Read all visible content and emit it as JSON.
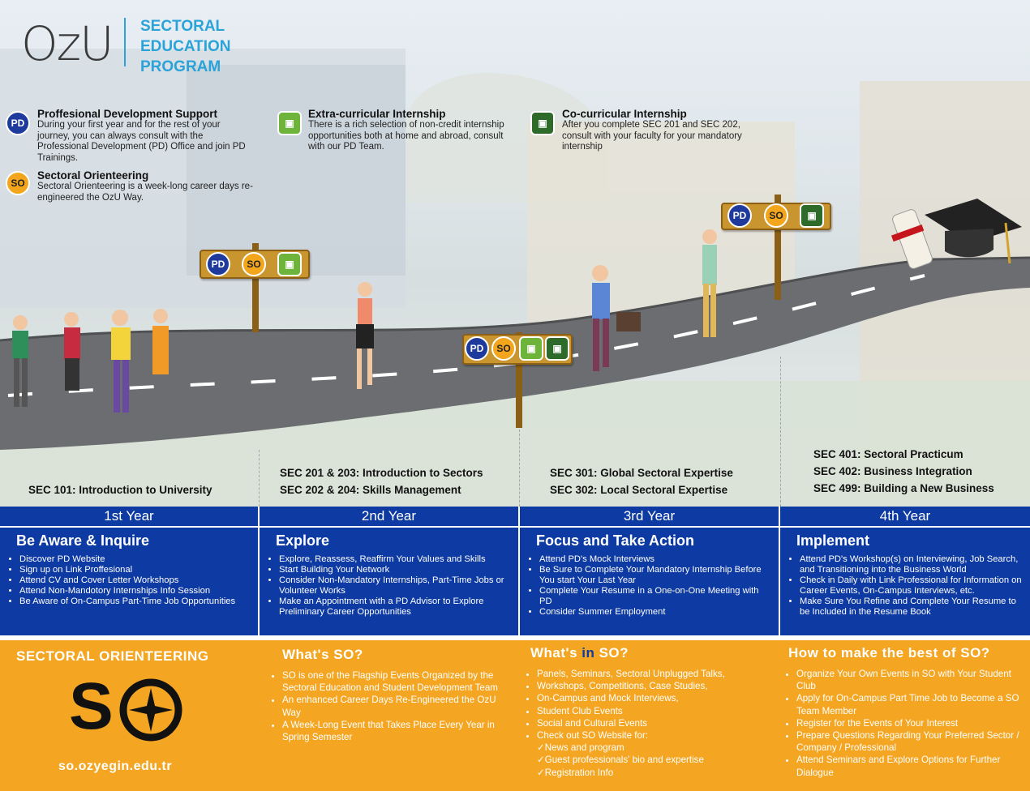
{
  "header": {
    "logo_text": "OzU",
    "program_lines": [
      "SECTORAL",
      "EDUCATION",
      "PROGRAM"
    ]
  },
  "info": {
    "pd": {
      "badge": "PD",
      "title": "Proffesional Development Support",
      "text": "During your first year and for the rest of your journey, you can always consult with the Professional Development (PD) Office and join PD Trainings."
    },
    "so": {
      "badge": "SO",
      "title": "Sectoral Orienteering",
      "text": "Sectoral Orienteering is a week-long career days re-engineered the OzU Way."
    },
    "extra": {
      "title": "Extra-curricular Internship",
      "text": "There is a rich selection of non-credit internship opportunities both at home and abroad, consult with our PD Team."
    },
    "co": {
      "title": "Co-curricular Internship",
      "text": "After you complete SEC 201 and  SEC 202, consult with your faculty for your mandatory internship"
    }
  },
  "signs": {
    "pd": "PD",
    "so": "SO"
  },
  "courses": {
    "year1": [
      "SEC 101: Introduction to University"
    ],
    "year2": [
      "SEC 201 & 203: Introduction to Sectors",
      "SEC 202 & 204: Skills Management"
    ],
    "year3": [
      "SEC 301: Global Sectoral Expertise",
      "SEC 302: Local Sectoral Expertise"
    ],
    "year4": [
      "SEC 401: Sectoral Practicum",
      "SEC 402: Business Integration",
      "SEC 499: Building a New Business"
    ]
  },
  "years": [
    {
      "label": "1st Year",
      "heading": "Be Aware & Inquire",
      "items": [
        "Discover PD Website",
        "Sign up on Link Proffesional",
        "Attend CV and Cover Letter Workshops",
        "Attend Non-Mandotory Internships Info Session",
        "Be Aware of On-Campus Part-Time Job Opportunities"
      ]
    },
    {
      "label": "2nd Year",
      "heading": "Explore",
      "items": [
        "Explore, Reassess, Reaffirm Your Values and Skills",
        "Start Building Your Network",
        "Consider Non-Mandatory Internships, Part-Time Jobs or Volunteer Works",
        "Make an Appointment with a PD Advisor to Explore Preliminary Career Opportunities"
      ]
    },
    {
      "label": "3rd Year",
      "heading": "Focus and Take Action",
      "items": [
        "Attend PD's Mock Interviews",
        "Be Sure to Complete Your Mandatory Internship Before You start Your Last Year",
        "Complete Your Resume in a One-on-One Meeting with PD",
        "Consider Summer Employment"
      ]
    },
    {
      "label": "4th Year",
      "heading": "Implement",
      "items": [
        "Attend PD's Workshop(s) on Interviewing, Job Search, and Transitioning into the Business World",
        "Check in Daily with Link Professional for Information on Career Events, On-Campus Interviews, etc.",
        "Make Sure You Refine and Complete Your Resume to be Included in the Resume Book"
      ]
    }
  ],
  "orange": {
    "so_title": "SECTORAL ORIENTEERING",
    "so_logo": "SO",
    "url": "so.ozyegin.edu.tr",
    "whats_so": {
      "title": "What's SO?",
      "items": [
        "SO is one of the Flagship Events Organized by the Sectoral Education and Student Development Team",
        "An enhanced Career Days Re-Engineered the OzU Way",
        "A Week-Long Event that Takes Place Every Year in Spring Semester"
      ]
    },
    "whats_in": {
      "title_a": "What's ",
      "title_b": "in",
      "title_c": " SO?",
      "items": [
        "Panels, Seminars, Sectoral Unplugged Talks,",
        "Workshops, Competitions, Case Studies,",
        "On-Campus and Mock Interviews,",
        "Student Club Events",
        "Social and Cultural Events",
        "Check out SO Website for:"
      ],
      "sub_items": [
        "News and program",
        "Guest professionals' bio and expertise",
        "Registration Info"
      ]
    },
    "best": {
      "title": "How to make the best of SO?",
      "items": [
        "Organize Your Own Events in SO with Your Student Club",
        "Apply for On-Campus Part Time Job to Become a SO Team Member",
        "Register for the Events of Your Interest",
        "Prepare Questions Regarding Your Preferred Sector / Company / Professional",
        "Attend Seminars and Explore Options for Further Dialogue"
      ]
    }
  },
  "colors": {
    "blue": "#0d3aa3",
    "orange": "#f4a622",
    "sign_wood": "#c9952f",
    "road": "#6b6d70",
    "accent_cyan": "#2aa3d9"
  }
}
